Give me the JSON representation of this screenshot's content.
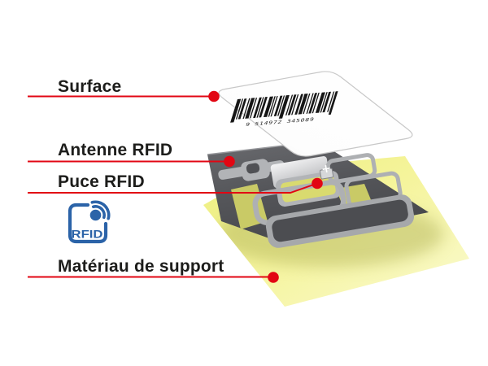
{
  "diagram": {
    "callouts": [
      {
        "id": "surface",
        "label": "Surface"
      },
      {
        "id": "antenna",
        "label": "Antenne RFID"
      },
      {
        "id": "chip",
        "label": "Puce RFID"
      },
      {
        "id": "support",
        "label": "Matériau de support"
      }
    ],
    "rfid_icon": {
      "text": "RFID",
      "color": "#2b63a8"
    },
    "barcode": {
      "digits": "9 514972 345089"
    },
    "colors": {
      "callout_red": "#e20613",
      "label_text": "#1d1d1b",
      "surface_white": "#ffffff",
      "antenna_dark": "#55565a",
      "antenna_trace": "#b2b4b7",
      "support_yellow": "#f3f18d"
    }
  }
}
